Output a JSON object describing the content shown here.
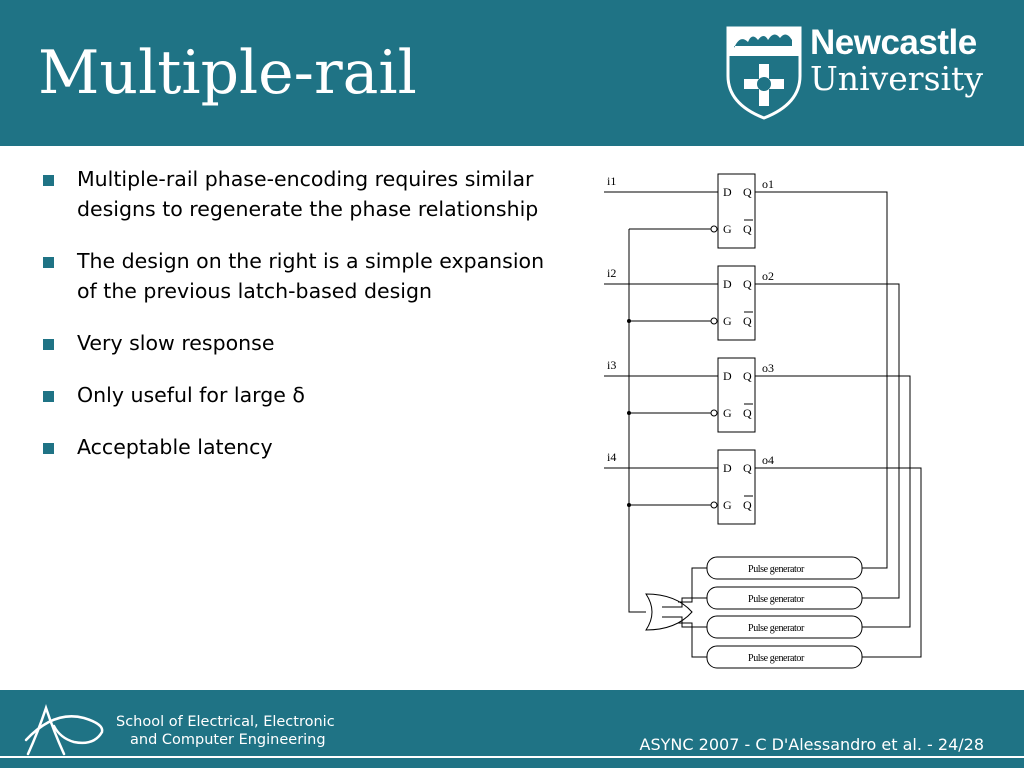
{
  "slide": {
    "title": "Multiple-rail",
    "logo": {
      "line1": "Newcastle",
      "line2": "University"
    }
  },
  "bullets": [
    "Multiple-rail phase-encoding requires similar designs to regenerate the phase relationship",
    "The design on the right is a simple expansion of the previous latch-based design",
    "Very slow response",
    "Only useful for large δ",
    "Acceptable latency"
  ],
  "diagram": {
    "latches": [
      {
        "input": "i1",
        "output": "o1"
      },
      {
        "input": "i2",
        "output": "o2"
      },
      {
        "input": "i3",
        "output": "o3"
      },
      {
        "input": "i4",
        "output": "o4"
      }
    ],
    "pin_d": "D",
    "pin_q": "Q",
    "pin_g": "G",
    "pin_qbar": "Q",
    "pulse_generators": [
      "Pulse generator",
      "Pulse generator",
      "Pulse generator",
      "Pulse generator"
    ]
  },
  "footer": {
    "school_line1": "School of Electrical, Electronic",
    "school_line2": "and Computer Engineering",
    "reference": "ASYNC 2007 - C D'Alessandro et al. - 24/28"
  },
  "colors": {
    "brand": "#1f7385",
    "text": "#000000",
    "inverse": "#ffffff"
  }
}
